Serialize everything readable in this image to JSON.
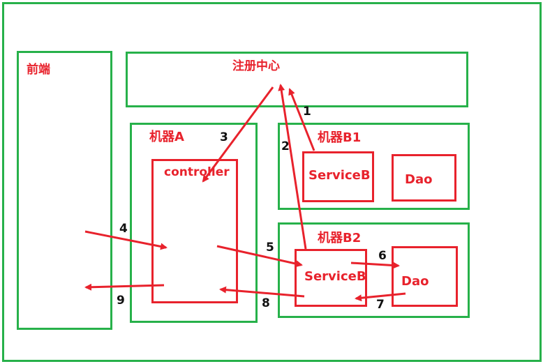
{
  "labels": {
    "frontend": "前端",
    "registry": "注册中心",
    "machine_a": "机器A",
    "controller": "controller",
    "machine_b1": "机器B1",
    "machine_b2": "机器B2",
    "service_b1": "ServiceB",
    "dao_b1": "Dao",
    "service_b2": "ServiceB",
    "dao_b2": "Dao"
  },
  "steps": [
    "1",
    "2",
    "3",
    "4",
    "5",
    "6",
    "7",
    "8",
    "9"
  ],
  "colors": {
    "container": "#27b14a",
    "component": "#e8222c",
    "arrow": "#e8222c",
    "step_number": "#111111"
  }
}
